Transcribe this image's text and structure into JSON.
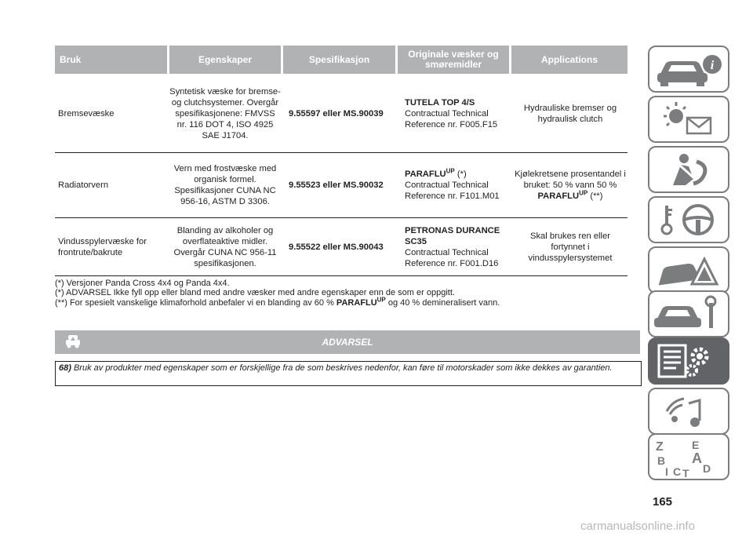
{
  "table": {
    "headers": [
      "Bruk",
      "Egenskaper",
      "Spesifikasjon",
      "Originale væsker og smøremidler",
      "Applications"
    ],
    "rows": [
      {
        "bruk": "Bremsevæske",
        "egenskaper": "Syntetisk væske for bremse- og clutchsystemer. Overgår spesifikasjonene: FMVSS nr. 116 DOT 4, ISO 4925 SAE J1704.",
        "spesifikasjon": "9.55597 eller MS.90039",
        "produkt": "TUTELA TOP 4/S",
        "produkt_sup": "",
        "produkt_note": "",
        "reference": "Contractual Technical Reference nr. F005.F15",
        "applications": "Hydrauliske bremser og hydraulisk clutch"
      },
      {
        "bruk": "Radiatorvern",
        "egenskaper": "Vern med frostvæske med organisk formel. Spesifikasjoner CUNA NC 956-16, ASTM D 3306.",
        "spesifikasjon": "9.55523 eller MS.90032",
        "produkt": "PARAFLU",
        "produkt_sup": "UP",
        "produkt_note": "(*)",
        "reference": "Contractual Technical Reference nr. F101.M01",
        "applications": "Kjølekretsene prosentandel i bruket: 50 % vann 50 %",
        "applications_prod": "PARAFLU",
        "applications_sup": "UP",
        "applications_note": "(**)"
      },
      {
        "bruk": "Vindusspylervæske for frontrute/bakrute",
        "egenskaper": "Blanding av alkoholer og overflateaktive midler. Overgår CUNA NC 956-11 spesifikasjonen.",
        "spesifikasjon": "9.55522 eller MS.90043",
        "produkt": "PETRONAS DURANCE SC35",
        "produkt_sup": "",
        "produkt_note": "",
        "reference": "Contractual Technical Reference nr. F001.D16",
        "applications": "Skal brukes ren eller fortynnet i vindusspylersystemet"
      }
    ]
  },
  "footnotes": {
    "f1": "(*) Versjoner Panda Cross 4x4 og Panda 4x4.",
    "f2": "(*) ADVARSEL Ikke fyll opp eller bland med andre væsker med andre egenskaper enn de som er oppgitt.",
    "f3_pre": "(**) For spesielt vanskelige klimaforhold anbefaler vi en blanding av 60 %",
    "f3_prod": "PARAFLU",
    "f3_sup": "UP",
    "f3_post": "og 40 % demineralisert vann."
  },
  "warning": {
    "title": "ADVARSEL",
    "number": "68)",
    "text": "Bruk av produkter med egenskaper som er forskjellige fra de som beskrives nedenfor, kan føre til motorskader som ikke dekkes av garantien."
  },
  "sidebar": {
    "tabs": [
      {
        "icon": "car-info-icon",
        "active": false
      },
      {
        "icon": "dashboard-lights-icon",
        "active": false
      },
      {
        "icon": "safety-airbag-icon",
        "active": false
      },
      {
        "icon": "steering-key-icon",
        "active": false
      },
      {
        "icon": "emergency-icon",
        "active": false
      },
      {
        "icon": "maintenance-icon",
        "active": false
      },
      {
        "icon": "technical-data-icon",
        "active": true
      },
      {
        "icon": "multimedia-icon",
        "active": false
      },
      {
        "icon": "index-icon",
        "active": false
      }
    ]
  },
  "page_number": "165",
  "watermark": "carmanualsonline.info",
  "colors": {
    "header_bg": "#b1b2b4",
    "tab_border": "#7b7c7e",
    "active_tab": "#626366"
  }
}
